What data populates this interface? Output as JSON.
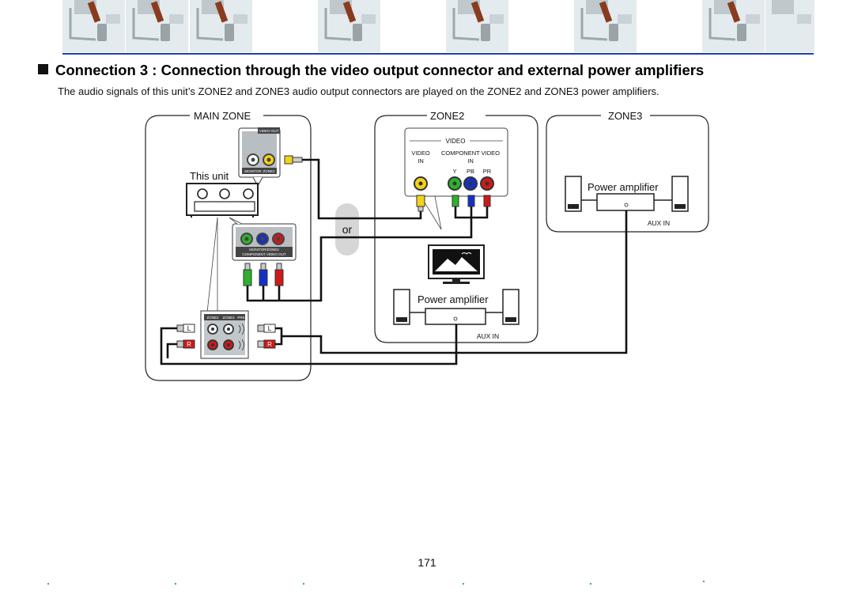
{
  "banner": {
    "thumbnail_count": 7,
    "accent_color": "#1f3fae"
  },
  "heading": {
    "text": "Connection 3 : Connection through the video output connector and external power amplifiers"
  },
  "intro": "The audio signals of this unit’s ZONE2 and ZONE3 audio output connectors are played on the ZONE2 and ZONE3 power amplifiers.",
  "main_zone": {
    "title": "MAIN ZONE",
    "unit_label": "This unit",
    "video_out_label": "VIDEO OUT",
    "monitor_label": "MONITOR",
    "zone2_label": "ZONE2",
    "component_top": "MONITOR/ZONE2",
    "component_bottom": "COMPONENT VIDEO OUT",
    "pre_zone2": "ZONE2",
    "pre_zone3": "ZONE3",
    "pre_label": "PRE",
    "left": "L",
    "right": "R"
  },
  "or_label": "or",
  "zone2": {
    "title": "ZONE2",
    "tv_video": "VIDEO",
    "tv_video_in": "VIDEO",
    "tv_in": "IN",
    "tv_component": "COMPONENT VIDEO",
    "tv_comp_in": "IN",
    "y": "Y",
    "pb": "PB",
    "pr": "PR",
    "amp_label": "Power amplifier",
    "aux_in": "AUX IN"
  },
  "zone3": {
    "title": "ZONE3",
    "amp_label": "Power amplifier",
    "aux_in": "AUX IN"
  },
  "page_number": "171",
  "colors": {
    "green": "#2db22d",
    "blue": "#1530c8",
    "red": "#cc1a1a",
    "yellow": "#f2d21c",
    "cable": "#111111"
  }
}
